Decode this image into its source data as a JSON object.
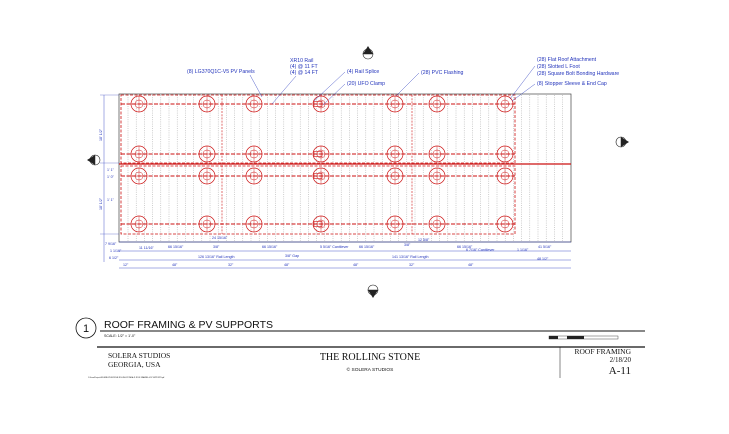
{
  "callouts": {
    "pv_panels": "(8) LG370Q1C-V5 PV Panels",
    "xr10_rail": "XR10 Rail",
    "xr10_11ft": "(4) @ 11 FT",
    "xr10_14ft": "(4) @ 14 FT",
    "rail_splice": "(4) Rail Splice",
    "ufo_clamp": "(20) UFO Clamp",
    "pvc_flashing": "(28) PVC Flashing",
    "flat_roof": "(28) Flat Roof Attachment",
    "slotted_foot": "(28) Slotted L Foot",
    "square_bolt": "(28) Square Bolt Bonding Hardware",
    "stopper": "(8) Stopper Sleeve & End Cap"
  },
  "dimensions": {
    "left_upper": "18' 1/2\"",
    "left_lower": "18' 1/2\"",
    "left_mid_a": "1' 1\"",
    "left_mid_b": "1' 0\"",
    "left_mid_c": "1' 1\"",
    "left_bottom_a": "7 9/16\"",
    "left_bottom_b": "1 1/16\"",
    "left_bottom_c": "6 1/2\"",
    "rail_a": "24 15/16\"",
    "row1_a": "11 11/16\"",
    "row1_b": "66 15/16\"",
    "row1_c": "3/8\"",
    "row1_d": "66 15/16\"",
    "row1_e": "5 5/16\" Cantilever",
    "row1_f": "66 15/16\"",
    "row1_g": "3/8\"",
    "row1_h": "66 15/16\"",
    "row1_i": "41 5/16\"",
    "row1_j": "12 5/8\"",
    "row1_k": "1 1/16\"",
    "row2_a": "126 13/16\" Rail Length",
    "row2_b": "3/8\" Gap",
    "row2_c": "141 13/16\" Rail Length",
    "row2_d": "6 7/16\" Cantilever",
    "row3_a": "12\"",
    "row3_b": "48\"",
    "row3_c": "32\"",
    "row3_d": "48\"",
    "row3_e": "48\"",
    "row3_f": "32\"",
    "row3_g": "48\"",
    "row3_h": "48 1/2\""
  },
  "drawing": {
    "number": "1",
    "title": "ROOF FRAMING & PV SUPPORTS",
    "scale": "SCALE: 1/2\" = 1'-0\""
  },
  "titleblock": {
    "company": "SOLERA STUDIOS",
    "location": "GEORGIA, USA",
    "project": "THE ROLLING STONE",
    "copyright": "© SOLERA STUDIOS",
    "sheet_title": "ROOF FRAMING",
    "date": "2/18/20",
    "sheet_number": "A-11",
    "filepath": "C:\\Users\\Projects\\SOLERA STUDIOS\\THE ROLLING STONE\\A-11 ROOF FRAMING & PV SUPPORTS.pdf"
  }
}
